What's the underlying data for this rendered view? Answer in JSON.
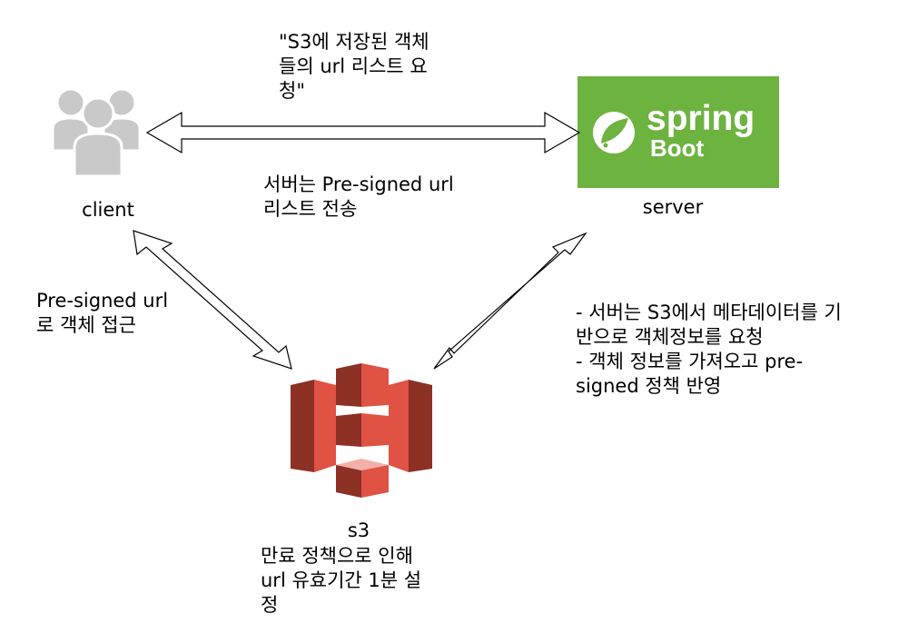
{
  "nodes": {
    "client": {
      "label": "client",
      "icon": "users-icon"
    },
    "server": {
      "label": "server",
      "logo_word1": "spring",
      "logo_word2": "Boot",
      "logo_color": "#6db33f",
      "icon": "spring-boot-logo"
    },
    "s3": {
      "label": "s3",
      "icon": "aws-s3-icon",
      "color": "#e05243"
    }
  },
  "edges": {
    "client_server": {
      "request_note": "\"S3에 저장된 객체\n들의 url 리스트 요\n청\"",
      "response_note": "서버는 Pre-signed url\n리스트 전송"
    },
    "client_s3": {
      "note": "Pre-signed url\n로 객체 접근"
    },
    "server_s3": {
      "note": "- 서버는 S3에서 메타데이터를 기\n반으로 객체정보를 요청\n- 객체 정보를 가져오고 pre-\nsigned 정책 반영"
    }
  },
  "s3_note": "만료 정책으로 인해\nurl 유효기간 1분 설\n정"
}
